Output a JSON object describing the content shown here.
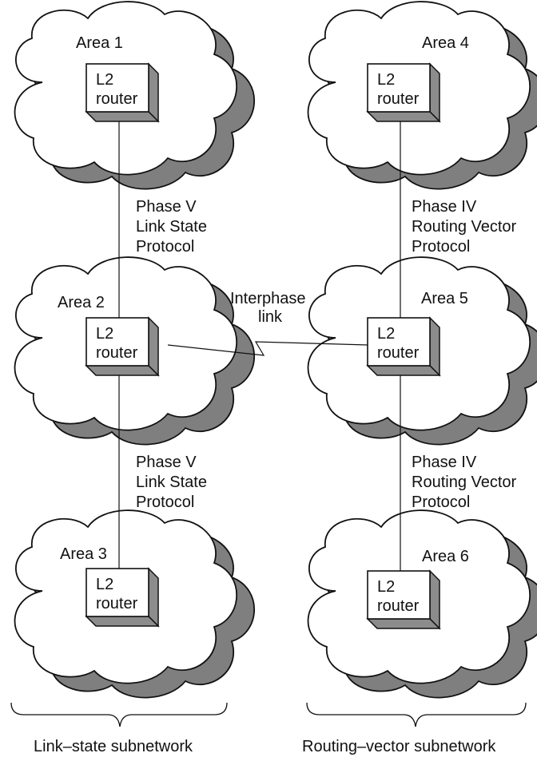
{
  "areas": [
    {
      "name": "Area 1",
      "router": [
        "L2",
        "router"
      ]
    },
    {
      "name": "Area 2",
      "router": [
        "L2",
        "router"
      ]
    },
    {
      "name": "Area 3",
      "router": [
        "L2",
        "router"
      ]
    },
    {
      "name": "Area 4",
      "router": [
        "L2",
        "router"
      ]
    },
    {
      "name": "Area 5",
      "router": [
        "L2",
        "router"
      ]
    },
    {
      "name": "Area 6",
      "router": [
        "L2",
        "router"
      ]
    }
  ],
  "links": {
    "left_upper": [
      "Phase V",
      "Link State",
      "Protocol"
    ],
    "left_lower": [
      "Phase V",
      "Link State",
      "Protocol"
    ],
    "right_upper": [
      "Phase IV",
      "Routing Vector",
      "Protocol"
    ],
    "right_lower": [
      "Phase IV",
      "Routing Vector",
      "Protocol"
    ],
    "interphase": [
      "Interphase",
      "link"
    ]
  },
  "captions": {
    "left": "Link–state subnetwork",
    "right": "Routing–vector subnetwork"
  },
  "colors": {
    "cloud_fill": "#ffffff",
    "cloud_shadow": "#7f7f7f",
    "router_face": "#ffffff",
    "router_side": "#8c8c8c",
    "stroke": "#111111"
  }
}
